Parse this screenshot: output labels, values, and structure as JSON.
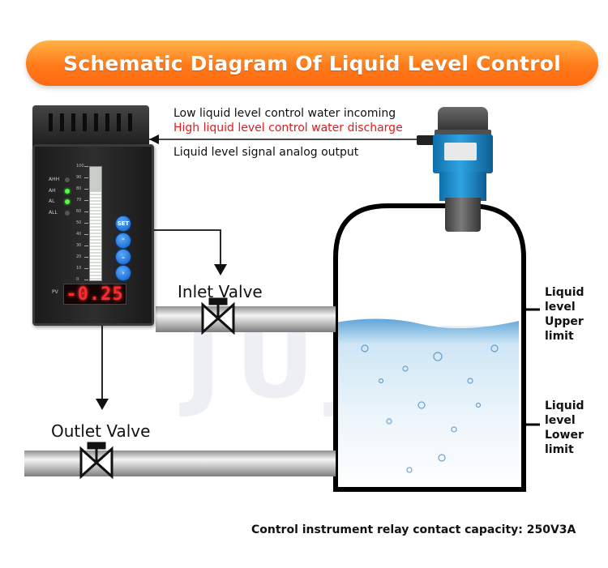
{
  "title": "Schematic Diagram Of Liquid Level Control",
  "signals": {
    "low_incoming": "Low liquid level control water incoming",
    "high_discharge": "High liquid level control water discharge",
    "analog_output": "Liquid level signal analog output"
  },
  "controller": {
    "display_value": "-0.25",
    "pv_label": "PV",
    "leds": [
      {
        "label": "AHH",
        "state": "off"
      },
      {
        "label": "AH",
        "state": "on"
      },
      {
        "label": "AL",
        "state": "on"
      },
      {
        "label": "ALL",
        "state": "off"
      }
    ],
    "set_button": "SET",
    "bar_level": 0.78,
    "scale_labels": [
      "100",
      "90",
      "80",
      "70",
      "60",
      "50",
      "40",
      "30",
      "20",
      "10",
      "0"
    ]
  },
  "valves": {
    "inlet": "Inlet Valve",
    "outlet": "Outlet Valve"
  },
  "limits": {
    "upper": [
      "Liquid",
      "level",
      "Upper",
      "limit"
    ],
    "lower": [
      "Liquid",
      "level",
      "Lower",
      "limit"
    ]
  },
  "watermark": "JUJIE",
  "footer": "Control instrument relay contact capacity: 250V3A",
  "colors": {
    "banner": "#ff7a1a",
    "highlight_text": "#e31b1b",
    "sensor": "#2ea4e3",
    "display": "#ff2a2a"
  }
}
